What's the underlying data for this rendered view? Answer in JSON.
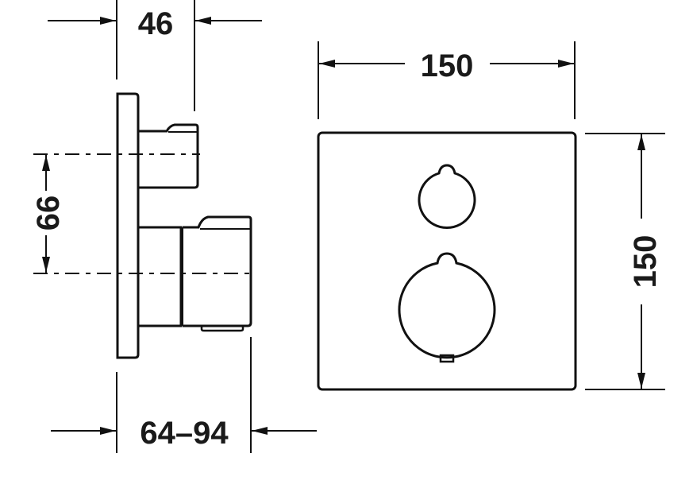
{
  "drawing": {
    "type": "technical dimension drawing",
    "subject": "concealed thermostat mixer with square cover plate",
    "colors": {
      "line": "#111111",
      "background": "#ffffff"
    },
    "side_view": {
      "dimensions": {
        "top_depth": {
          "label": "46"
        },
        "bottom_depth": {
          "label": "64–94"
        },
        "vertical_spacing": {
          "label": "66"
        }
      }
    },
    "front_view": {
      "dimensions": {
        "width": {
          "label": "150"
        },
        "height": {
          "label": "150"
        }
      },
      "handles": [
        "small upper knob",
        "large lower knob"
      ]
    }
  }
}
